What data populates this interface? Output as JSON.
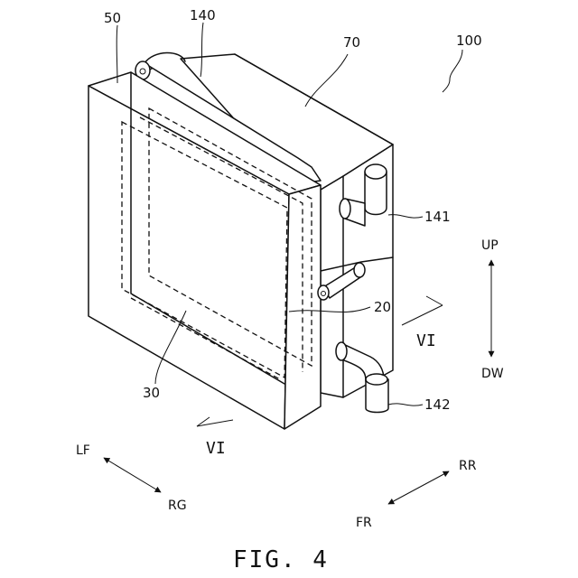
{
  "figure": {
    "caption": "FIG. 4",
    "labels": {
      "assembly": "100",
      "left_plate": "50",
      "upper_tube": "140",
      "side_body": "70",
      "inlet_pipe": "141",
      "outlet_pipe": "142",
      "inner_unit": "20",
      "front_panel": "30"
    },
    "section_marks": {
      "right": "VI",
      "bottom": "VI"
    },
    "directions": {
      "up": "UP",
      "down": "DW",
      "left_front": "LF",
      "right_g": "RG",
      "rear_right": "RR",
      "front_right": "FR"
    }
  }
}
